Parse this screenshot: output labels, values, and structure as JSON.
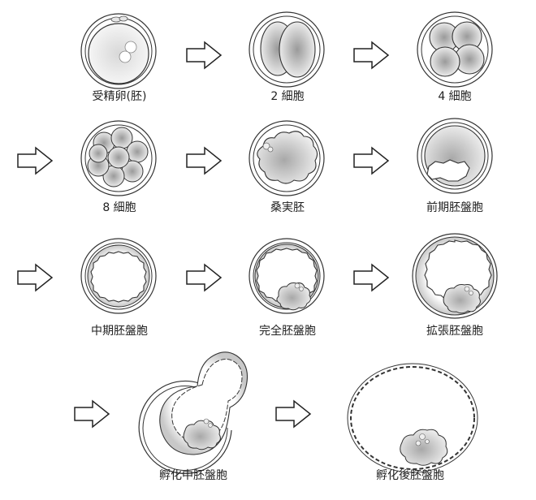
{
  "stages": [
    {
      "id": "fertilized-egg",
      "label": "受精卵(胚)"
    },
    {
      "id": "2-cell",
      "label": "2 細胞"
    },
    {
      "id": "4-cell",
      "label": "4 細胞"
    },
    {
      "id": "8-cell",
      "label": "8 細胞"
    },
    {
      "id": "morula",
      "label": "桑実胚"
    },
    {
      "id": "early-blastocyst",
      "label": "前期胚盤胞"
    },
    {
      "id": "mid-blastocyst",
      "label": "中期胚盤胞"
    },
    {
      "id": "full-blastocyst",
      "label": "完全胚盤胞"
    },
    {
      "id": "expanded-blastocyst",
      "label": "拡張胚盤胞"
    },
    {
      "id": "hatching-blastocyst",
      "label": "孵化中胚盤胞"
    },
    {
      "id": "hatched-blastocyst",
      "label": "孵化後胚盤胞"
    }
  ],
  "colors": {
    "outline": "#333333",
    "cell_light": "#f2f2f2",
    "cell_dark": "#9a9a9a",
    "zona_fill": "#f7f7f7"
  }
}
